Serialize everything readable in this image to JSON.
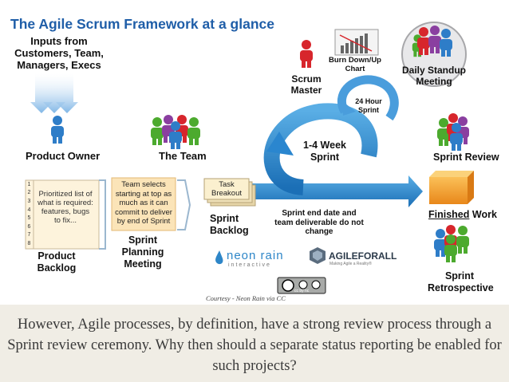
{
  "title": "The Agile Scrum Framework at a glance",
  "inputs_label": "Inputs from Customers, Team, Managers, Execs",
  "product_owner_label": "Product Owner",
  "team_label": "The Team",
  "scrum_master_label": "Scrum Master",
  "burndown_label": "Burn Down/Up Chart",
  "daily_standup_label": "Daily Standup Meeting",
  "hour24_label": "24 Hour Sprint",
  "sprint_week_label": "1-4 Week Sprint",
  "sprint_review_label": "Sprint Review",
  "finished_word": "Finished",
  "work_word": " Work",
  "sprint_retro_label": "Sprint Retrospective",
  "backlog_list_numbers": [
    "1",
    "2",
    "3",
    "4",
    "5",
    "6",
    "7",
    "8"
  ],
  "backlog_list_text": "Prioritized list of what is required: features, bugs to fix...",
  "product_backlog_label": "Product Backlog",
  "team_selects_text": "Team selects starting at top as much as it can commit to deliver by end of Sprint",
  "sprint_planning_label": "Sprint Planning Meeting",
  "task_breakout_label": "Task Breakout",
  "sprint_backlog_label": "Sprint Backlog",
  "sprint_end_note": "Sprint end date and team deliverable do not change",
  "neon_rain_logo": "neon rain",
  "neon_rain_sub": "interactive",
  "agile_for_all_logo": "AGILEFORALL",
  "agile_for_all_sub": "Making Agile a Reality®",
  "license_badge": "cc by nc",
  "courtesy": "Courtesy - Neon Rain  via CC",
  "caption": "However, Agile processes, by definition, have a strong review process through a Sprint review ceremony. Why then should a separate status reporting be enabled for such projects?",
  "colors": {
    "title": "#1f5ea8",
    "arrow": "#2a86cf",
    "person_blue": "#2e7dc8",
    "person_green": "#4caa2e",
    "person_red": "#d7262c",
    "person_purple": "#8a3fa0",
    "box_orange": "#f4a52c",
    "caption_bg": "#f0ede5"
  }
}
